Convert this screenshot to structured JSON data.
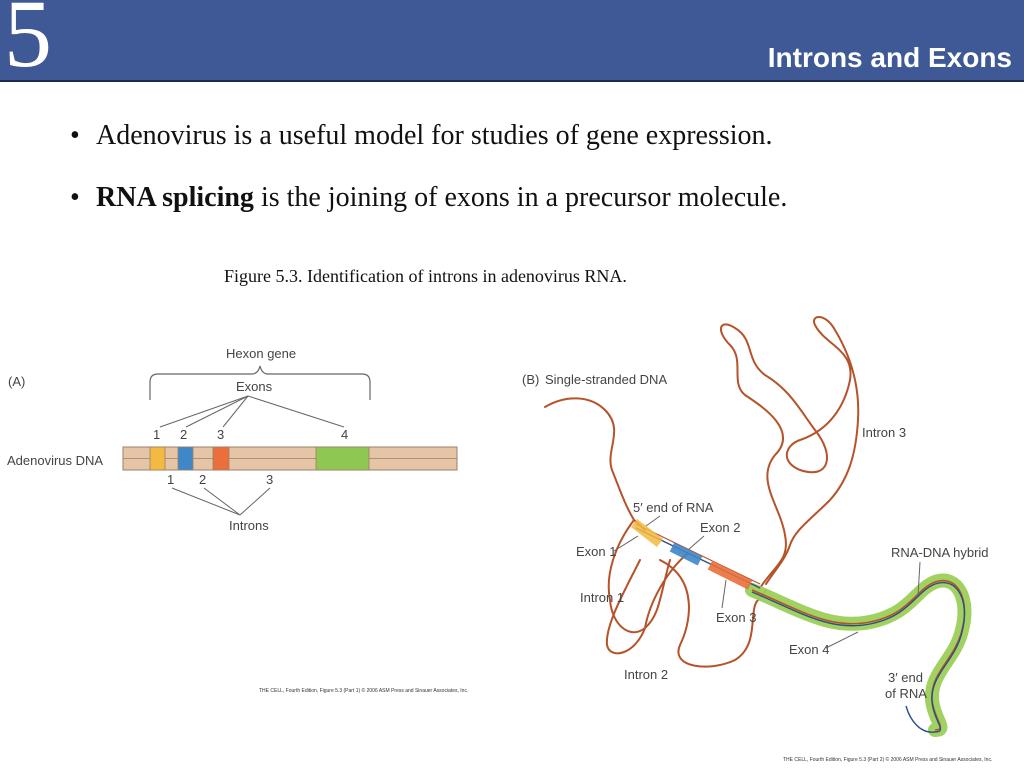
{
  "header": {
    "chapter": "5",
    "title": "Introns and Exons"
  },
  "bullets": [
    {
      "bold": "",
      "text": "Adenovirus is a useful model for studies of gene expression."
    },
    {
      "bold": "RNA splicing",
      "text": " is the joining of exons in a precursor molecule."
    }
  ],
  "caption": "Figure 5.3.  Identification of introns in adenovirus RNA.",
  "panel_a": {
    "label": "(A)",
    "gene_label": "Hexon gene",
    "exons_label": "Exons",
    "exon_numbers": [
      "1",
      "2",
      "3",
      "4"
    ],
    "dna_label": "Adenovirus DNA",
    "intron_numbers": [
      "1",
      "2",
      "3"
    ],
    "introns_label": "Introns",
    "credit": "THE CELL, Fourth Edition, Figure 5.3 (Part 1)  © 2006 ASM Press and Sinauer Associates, Inc.",
    "colors": {
      "dna": "#e6c5a6",
      "exon1": "#f4b940",
      "exon2": "#3f87c8",
      "exon3": "#ea6f3c",
      "exon4": "#8fc850"
    }
  },
  "panel_b": {
    "label": "(B)",
    "ssdna_label": "Single-stranded DNA",
    "intron3_label": "Intron 3",
    "rna5_label": "5′ end of RNA",
    "exon1_label": "Exon 1",
    "exon2_label": "Exon 2",
    "intron1_label": "Intron 1",
    "exon3_label": "Exon 3",
    "hybrid_label": "RNA-DNA hybrid",
    "exon4_label": "Exon 4",
    "intron2_label": "Intron 2",
    "rna3_label_line1": "3′ end",
    "rna3_label_line2": "of RNA",
    "credit": "THE CELL, Fourth Edition, Figure 5.3 (Part 2)  © 2006 ASM Press and Sinauer Associates, Inc.",
    "colors": {
      "dna_strand": "#b5532a",
      "hybrid": "#9ccf58",
      "rna": "#2b4f8a"
    }
  }
}
